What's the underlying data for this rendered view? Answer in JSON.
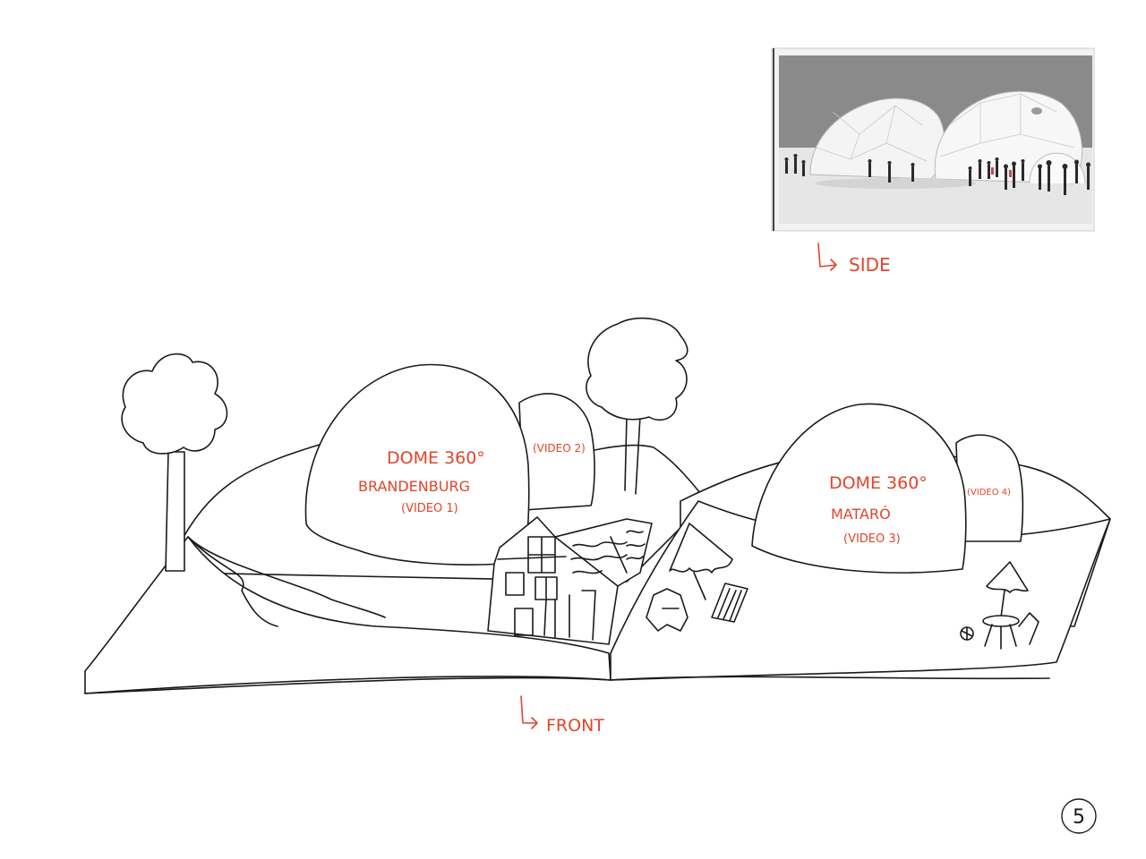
{
  "side_view": {
    "caption": "SIDE",
    "image_alt": "Two white geodesic domes with people standing in front"
  },
  "front_view": {
    "caption": "FRONT"
  },
  "dome_left": {
    "title": "DOME 360°",
    "location": "BRANDENBURG",
    "video": "(VIDEO 1)",
    "annex_video": "(VIDEO 2)"
  },
  "dome_right": {
    "title": "DOME 360°",
    "location": "MATARÓ",
    "video": "(VIDEO 3)",
    "annex_video": "(VIDEO 4)"
  },
  "page_number": "5",
  "colors": {
    "annotation": "#e2452a",
    "ink": "#1a1a1a",
    "photo_background": "#8a8a8a",
    "photo_floor": "#e6e6e6"
  }
}
